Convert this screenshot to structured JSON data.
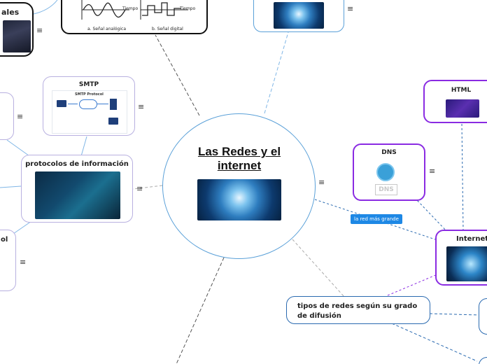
{
  "central": {
    "title": "Las Redes y el  internet"
  },
  "signal_panel": {
    "axis_label_1": "Tiempo",
    "axis_label_2": "Tiempo",
    "caption_a": "a. Señal analógica",
    "caption_b": "b. Señal digital"
  },
  "smtp": {
    "title": "SMTP",
    "diagram_title": "SMTP Protocol"
  },
  "protocolos": {
    "title": "protocolos de información"
  },
  "dns": {
    "title": "DNS",
    "badge": "DNS"
  },
  "html_node": {
    "title": "HTML"
  },
  "internet": {
    "title": "Internet"
  },
  "tipos": {
    "title": "tipos de redes según su grado de difusión"
  },
  "relation_label": "la red más grande",
  "partial_left_top": "ales",
  "partial_left_bottom": "ol",
  "menu_glyph": "≡",
  "colors": {
    "link_dark": "#555555",
    "link_blue": "#2a6ab0",
    "link_purple": "#8a2be2",
    "label_bg": "#1e88e5"
  }
}
